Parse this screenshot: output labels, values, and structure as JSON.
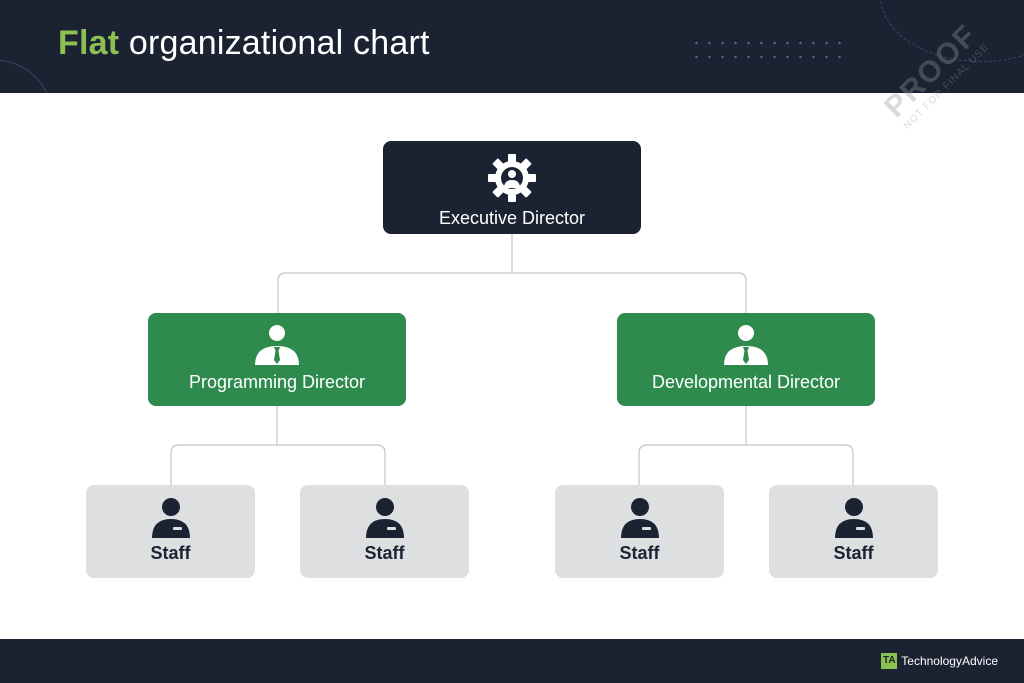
{
  "header": {
    "title_accent": "Flat",
    "title_rest": " organizational chart",
    "watermark_big": "PROOF",
    "watermark_small": "NOT FOR FINAL USE"
  },
  "chart": {
    "executive": {
      "label": "Executive Director",
      "icon": "gear-person-icon"
    },
    "directors": [
      {
        "label": "Programming Director",
        "icon": "person-tie-icon"
      },
      {
        "label": "Developmental Director",
        "icon": "person-tie-icon"
      }
    ],
    "staff": [
      {
        "label": "Staff",
        "icon": "person-badge-icon"
      },
      {
        "label": "Staff",
        "icon": "person-badge-icon"
      },
      {
        "label": "Staff",
        "icon": "person-badge-icon"
      },
      {
        "label": "Staff",
        "icon": "person-badge-icon"
      }
    ]
  },
  "footer": {
    "brand_mark": "TA",
    "brand_name": "TechnologyAdvice"
  },
  "colors": {
    "navy": "#1b2333",
    "accent_green": "#8cc152",
    "director_green": "#2e8a4d",
    "staff_gray": "#dedfe1",
    "connector": "#c4c4c4"
  }
}
